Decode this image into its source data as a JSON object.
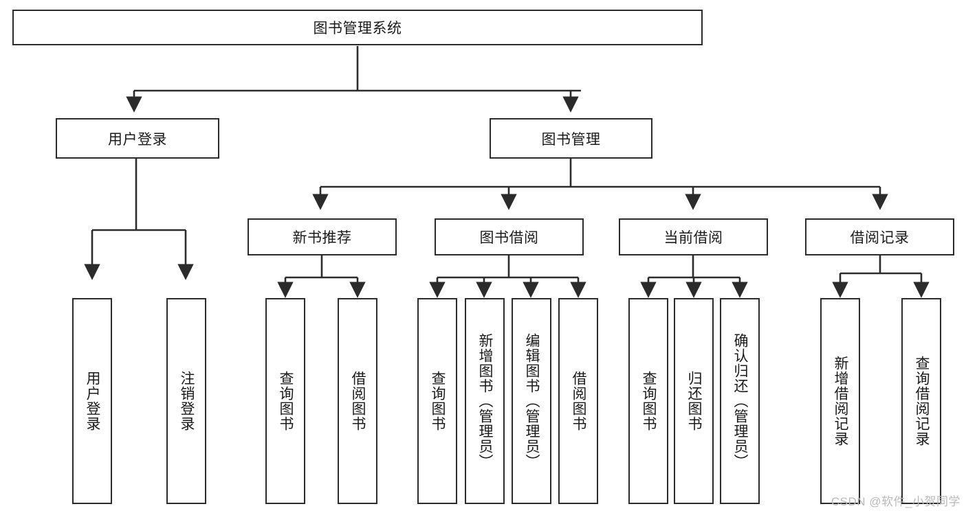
{
  "diagram": {
    "title": "图书管理系统",
    "type": "tree",
    "colors": {
      "stroke": "#2b2b2b",
      "fill": "#ffffff",
      "text": "#1a1a1a",
      "watermark": "#b9b9b9"
    },
    "root": {
      "label": "图书管理系统"
    },
    "level1": [
      {
        "label": "用户登录"
      },
      {
        "label": "图书管理"
      }
    ],
    "level2": [
      {
        "label": "新书推荐"
      },
      {
        "label": "图书借阅"
      },
      {
        "label": "当前借阅"
      },
      {
        "label": "借阅记录"
      }
    ],
    "leaves": {
      "user_login": [
        {
          "label": "用户登录"
        },
        {
          "label": "注销登录"
        }
      ],
      "new_book_rec": [
        {
          "label": "查询图书"
        },
        {
          "label": "借阅图书"
        }
      ],
      "book_borrow": [
        {
          "label": "查询图书"
        },
        {
          "label": "新增图书（管理员）"
        },
        {
          "label": "编辑图书（管理员）"
        },
        {
          "label": "借阅图书"
        }
      ],
      "current_borrow": [
        {
          "label": "查询图书"
        },
        {
          "label": "归还图书"
        },
        {
          "label": "确认归还（管理员）"
        }
      ],
      "borrow_record": [
        {
          "label": "新增借阅记录"
        },
        {
          "label": "查询借阅记录"
        }
      ]
    }
  },
  "watermark": {
    "text": "CSDN @软件_小贺同学"
  }
}
